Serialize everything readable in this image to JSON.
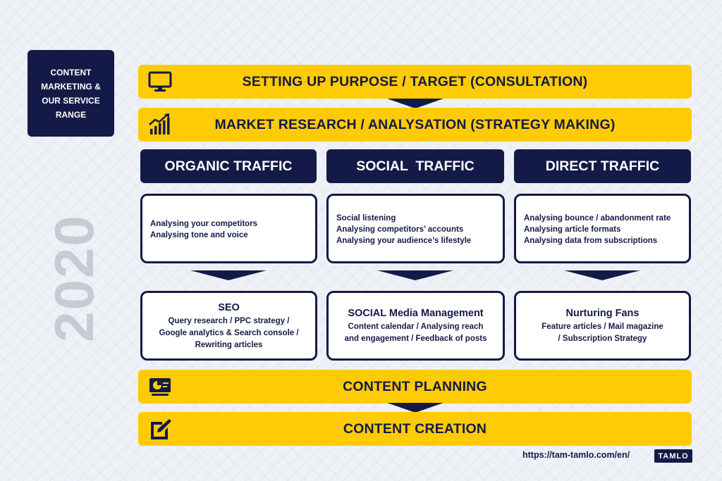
{
  "badge": {
    "text": "CONTENT MARKETING & OUR SERVICE RANGE"
  },
  "year": "2020",
  "banners": {
    "purpose": {
      "label": "SETTING UP PURPOSE / TARGET (CONSULTATION)",
      "icon": "monitor-icon"
    },
    "research": {
      "label": "MARKET RESEARCH / ANALYSATION (STRATEGY MAKING)",
      "icon": "growth-chart-icon"
    },
    "planning": {
      "label": "CONTENT PLANNING",
      "icon": "presentation-icon"
    },
    "creation": {
      "label": "CONTENT CREATION",
      "icon": "edit-document-icon"
    }
  },
  "columns": [
    {
      "header": "ORGANIC TRAFFIC",
      "analysis": [
        "Analysing your competitors",
        "Analysing tone and voice"
      ],
      "outcome": {
        "title": "SEO",
        "lines": [
          "Query research / PPC strategy /",
          "Google analytics & Search console /",
          "Rewriting articles"
        ]
      }
    },
    {
      "header": "SOCIAL  TRAFFIC",
      "analysis": [
        "Social listening",
        "Analysing competitors’ accounts",
        "Analysing your audience’s lifestyle"
      ],
      "outcome": {
        "title": "SOCIAL Media Management",
        "lines": [
          "Content calendar / Analysing reach",
          "and engagement / Feedback of posts"
        ]
      }
    },
    {
      "header": "DIRECT TRAFFIC",
      "analysis": [
        "Analysing bounce / abandonment rate",
        "Analysing article formats",
        "Analysing data from subscriptions"
      ],
      "outcome": {
        "title": "Nurturing Fans",
        "lines": [
          "Feature articles / Mail magazine",
          "/ Subscription Strategy"
        ]
      }
    }
  ],
  "footer": {
    "url": "https://tam-tamlo.com/en/",
    "logo": "TAMLO"
  },
  "colors": {
    "yellow": "#FFCB05",
    "navy": "#141A47",
    "background": "#EEF1F6"
  }
}
